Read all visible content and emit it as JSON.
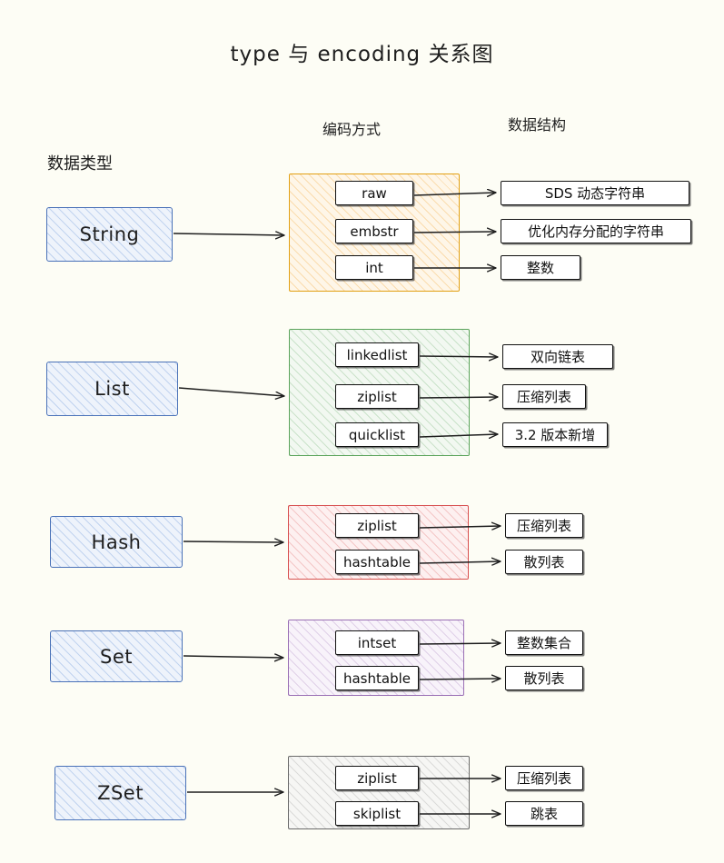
{
  "title": "type 与 encoding 关系图",
  "headers": {
    "type_column": "数据类型",
    "encoding_column": "编码方式",
    "structure_column": "数据结构"
  },
  "colors": {
    "background": "#fdfdf5",
    "type_box_border": "#4a72b8",
    "type_box_fill": "#eef3fb",
    "group_string": "#e2a013",
    "group_list": "#5aa35a",
    "group_hash": "#d85050",
    "group_set": "#9a6fb5",
    "group_zset": "#6b6b6b",
    "box_border": "#111111",
    "arrow": "#1e1e1e",
    "text": "#1e1e1e"
  },
  "rows": [
    {
      "type": "String",
      "group_color": "orange",
      "encodings": [
        {
          "encoding": "raw",
          "structure": "SDS 动态字符串"
        },
        {
          "encoding": "embstr",
          "structure": "优化内存分配的字符串"
        },
        {
          "encoding": "int",
          "structure": "整数"
        }
      ]
    },
    {
      "type": "List",
      "group_color": "green",
      "encodings": [
        {
          "encoding": "linkedlist",
          "structure": "双向链表"
        },
        {
          "encoding": "ziplist",
          "structure": "压缩列表"
        },
        {
          "encoding": "quicklist",
          "structure": "3.2 版本新增"
        }
      ]
    },
    {
      "type": "Hash",
      "group_color": "red",
      "encodings": [
        {
          "encoding": "ziplist",
          "structure": "压缩列表"
        },
        {
          "encoding": "hashtable",
          "structure": "散列表"
        }
      ]
    },
    {
      "type": "Set",
      "group_color": "purple",
      "encodings": [
        {
          "encoding": "intset",
          "structure": "整数集合"
        },
        {
          "encoding": "hashtable",
          "structure": "散列表"
        }
      ]
    },
    {
      "type": "ZSet",
      "group_color": "gray",
      "encodings": [
        {
          "encoding": "ziplist",
          "structure": "压缩列表"
        },
        {
          "encoding": "skiplist",
          "structure": "跳表"
        }
      ]
    }
  ]
}
